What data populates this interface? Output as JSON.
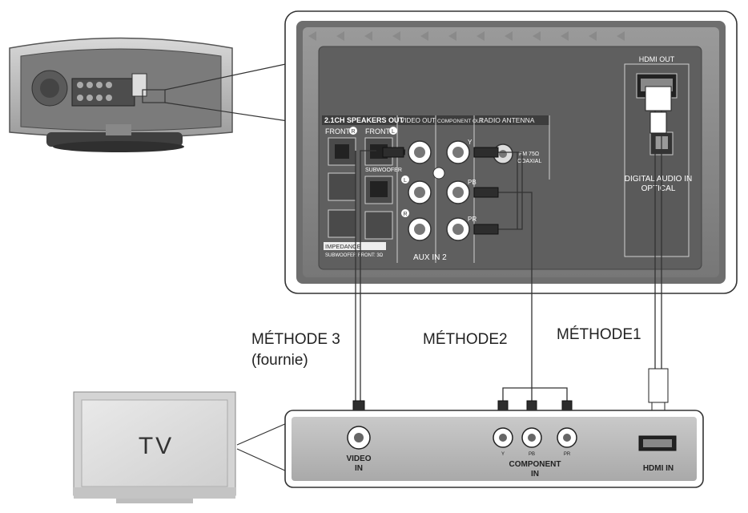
{
  "back_panel": {
    "hdmi_out": "HDMI OUT",
    "speakers_out": "2.1CH SPEAKERS OUT",
    "front_r": "FRONT",
    "front_r_badge": "R",
    "front_l": "FRONT",
    "front_l_badge": "L",
    "subwoofer": "SUBWOOFER",
    "video_out": "VIDEO OUT",
    "component_out": "COMPONENT OUT",
    "radio_antenna": "RADIO ANTENNA",
    "fm": "FM 75Ω",
    "coaxial": "COAXIAL",
    "comp_y": "Y",
    "comp_pb": "PB",
    "comp_pr": "PR",
    "aux_l": "L",
    "aux_r": "R",
    "aux_in": "AUX IN 2",
    "impedance": "IMPEDANCE",
    "impedance_detail": "SUBWOOFER FRONT: 3Ω",
    "digital_audio_1": "DIGITAL AUDIO IN",
    "digital_audio_2": "OPTICAL"
  },
  "methods": {
    "m3_line1": "MÉTHODE 3",
    "m3_line2": "(fournie)",
    "m2": "MÉTHODE2",
    "m1": "MÉTHODE1"
  },
  "tv": {
    "screen_label": "TV",
    "video_in_1": "VIDEO",
    "video_in_2": "IN",
    "comp_y": "Y",
    "comp_pb": "PB",
    "comp_pr": "PR",
    "component_in_1": "COMPONENT",
    "component_in_2": "IN",
    "hdmi_in": "HDMI IN"
  }
}
